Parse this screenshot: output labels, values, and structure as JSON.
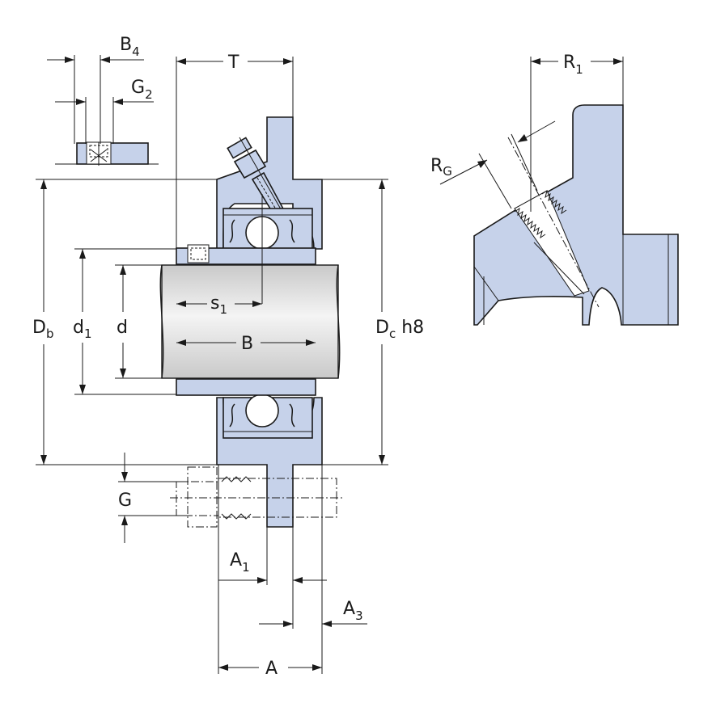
{
  "labels": {
    "B4": {
      "main": "B",
      "sub": "4"
    },
    "G2": {
      "main": "G",
      "sub": "2"
    },
    "T": {
      "main": "T"
    },
    "R1": {
      "main": "R",
      "sub": "1"
    },
    "RG": {
      "main": "R",
      "sub": "G"
    },
    "Db": {
      "main": "D",
      "sub": "b"
    },
    "d1": {
      "main": "d",
      "sub": "1"
    },
    "d": {
      "main": "d"
    },
    "s1": {
      "main": "s",
      "sub": "1"
    },
    "B": {
      "main": "B"
    },
    "Dc": {
      "main": "D",
      "sub": "c",
      "suffix": " h8"
    },
    "G": {
      "main": "G"
    },
    "A1": {
      "main": "A",
      "sub": "1"
    },
    "A3": {
      "main": "A",
      "sub": "3"
    },
    "A": {
      "main": "A"
    }
  },
  "colors": {
    "part_fill": "#c6d2ea",
    "shaft_light": "#f4f4f4",
    "shaft_dark": "#c9c9c9",
    "line": "#1a1a1a"
  }
}
